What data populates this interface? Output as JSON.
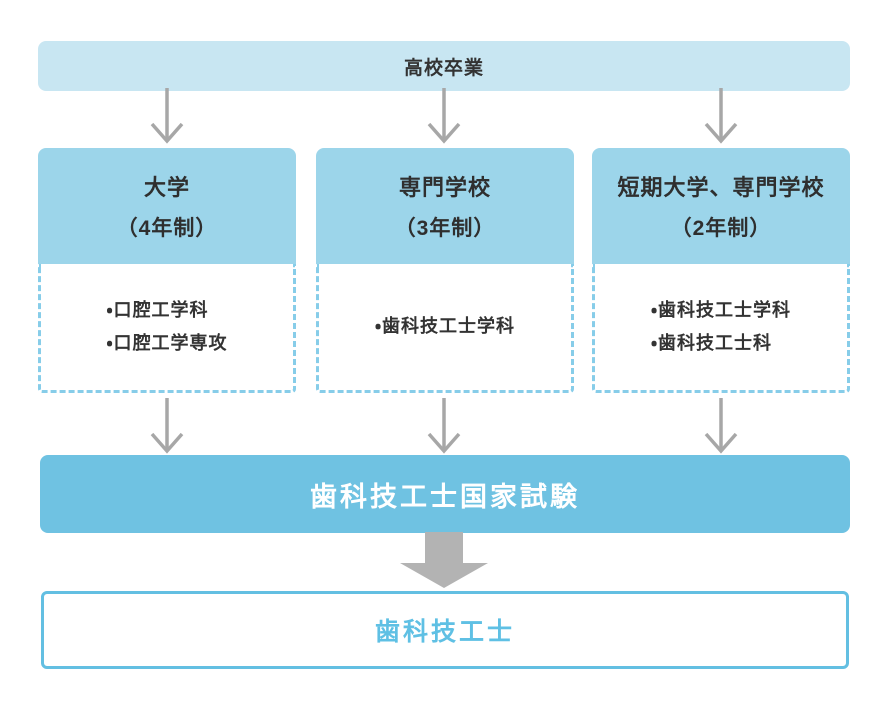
{
  "diagram": {
    "start": {
      "label": "高校卒業"
    },
    "paths": [
      {
        "title": "大学",
        "duration": "（4年制）",
        "departments": [
          "・口腔工学科",
          "・口腔工学専攻"
        ]
      },
      {
        "title": "専門学校",
        "duration": "（3年制）",
        "departments": [
          "・歯科技工士学科"
        ]
      },
      {
        "title": "短期大学、専門学校",
        "duration": "（2年制）",
        "departments": [
          "・歯科技工士学科",
          "・歯科技工士科"
        ]
      }
    ],
    "exam": {
      "label": "歯科技工士国家試験"
    },
    "result": {
      "label": "歯科技工士"
    },
    "colors": {
      "start_bar_bg": "#c8e6f2",
      "path_header_bg": "#9cd5ea",
      "dashed_border": "#87cde9",
      "exam_bar_bg": "#6fc2e2",
      "result_border": "#63bfe2",
      "result_text": "#5fc0e4",
      "thin_arrow": "#a7a7a7",
      "big_arrow": "#b3b3b3",
      "dark_text": "#333333"
    }
  }
}
